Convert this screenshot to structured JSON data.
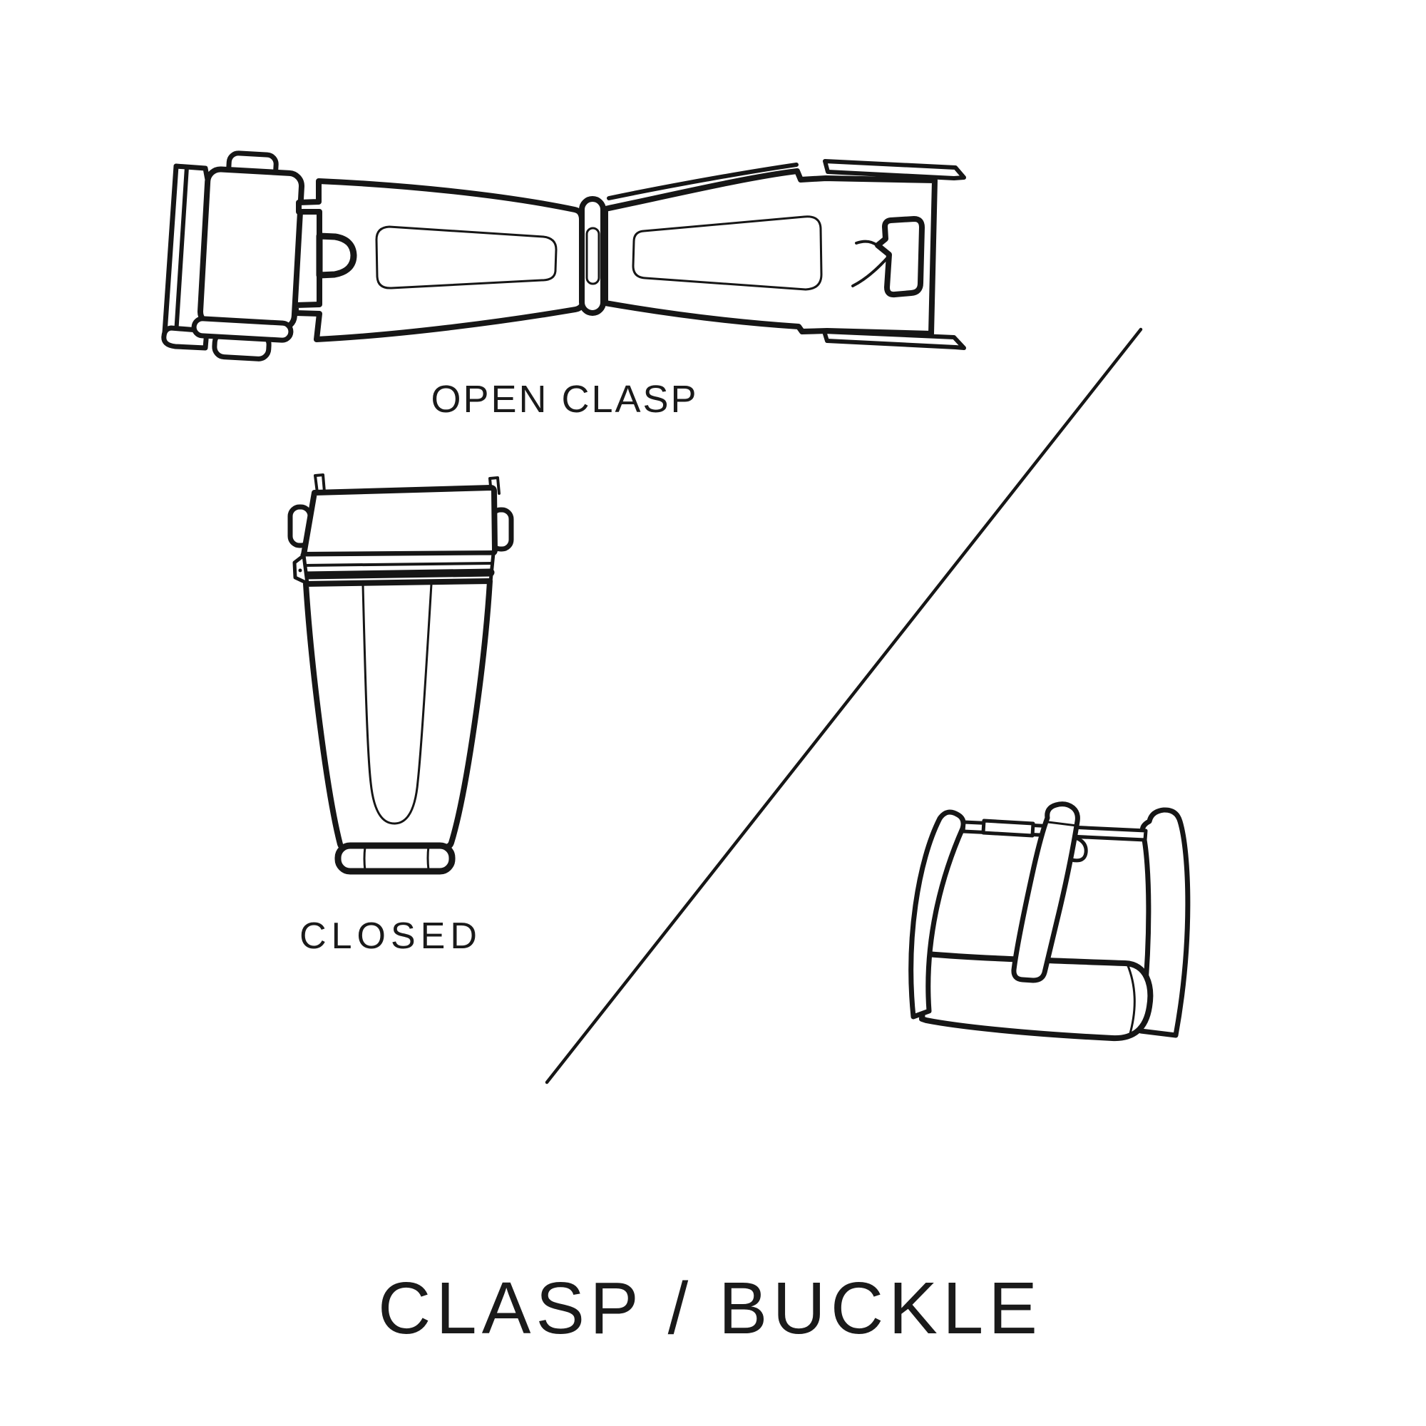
{
  "page": {
    "background": "#ffffff",
    "ink": "#161616"
  },
  "labels": {
    "open_clasp": "OPEN CLASP",
    "closed": "CLOSED",
    "title": "CLASP / BUCKLE"
  }
}
